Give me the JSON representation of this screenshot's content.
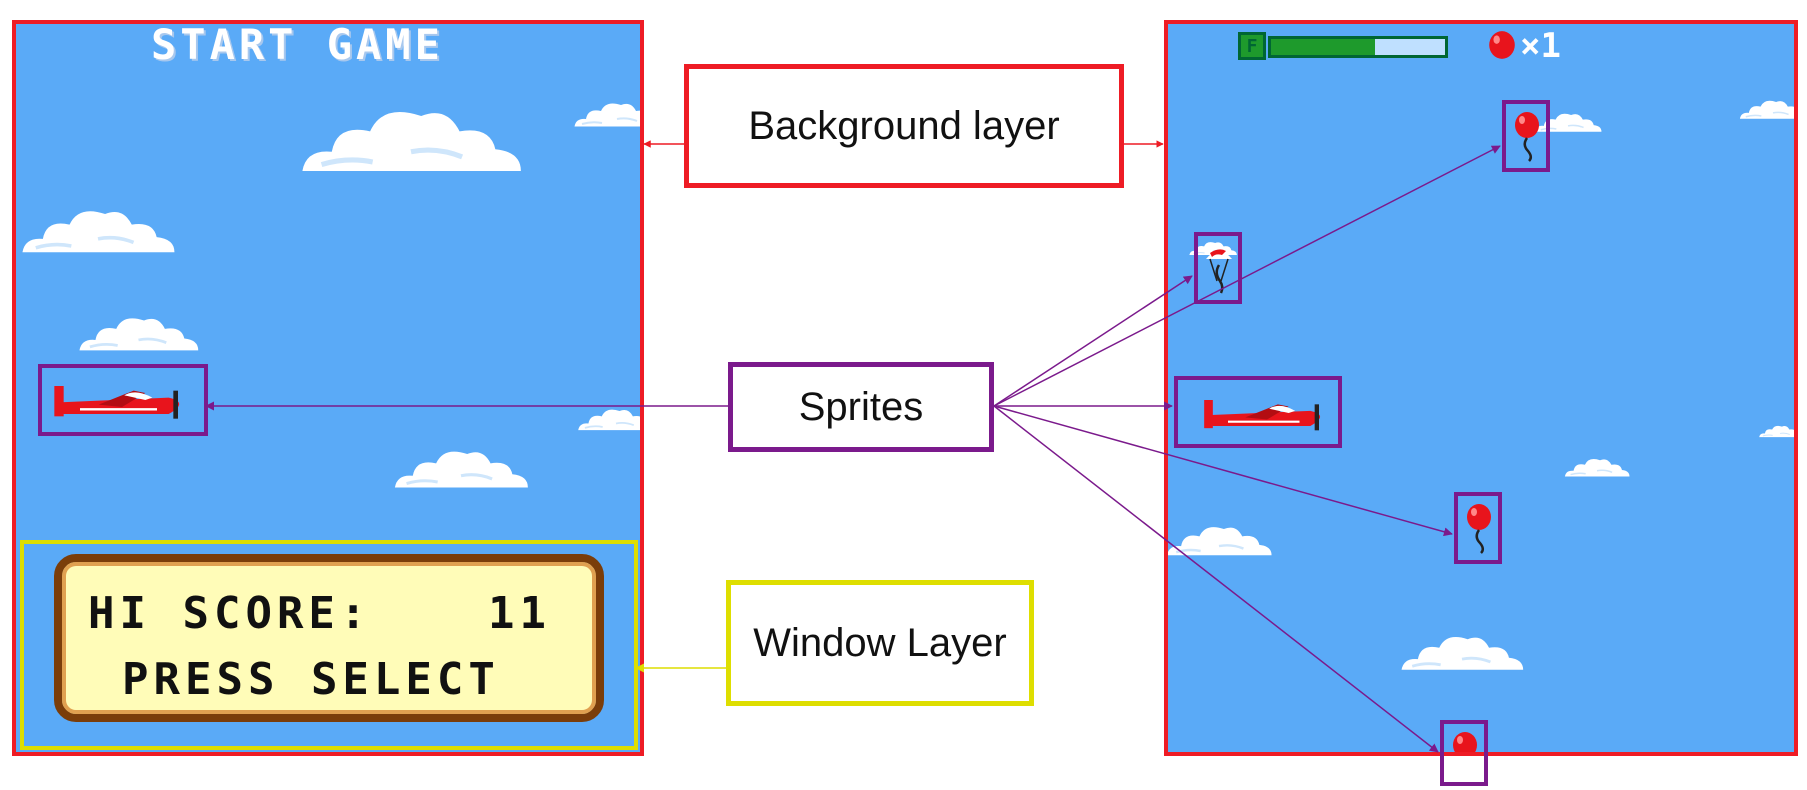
{
  "left_screen": {
    "title_text": "START GAME",
    "window": {
      "hi_score_label": "HI SCORE:",
      "hi_score_value": "11",
      "prompt": "PRESS SELECT"
    }
  },
  "right_screen": {
    "hud": {
      "fuel_letter": "F",
      "fuel_level": 0.6,
      "balloon_multiplier": "×1"
    }
  },
  "callouts": {
    "background": "Background layer",
    "sprites": "Sprites",
    "window": "Window Layer"
  },
  "colors": {
    "sky": "#5aaaf7",
    "background_border": "#ee1c25",
    "sprite_border": "#7b1a8c",
    "window_border": "#dede00",
    "balloon": "#e8141c",
    "plane": "#e8141c",
    "window_fill": "#fffcb8",
    "window_frame": "#7a3d0a"
  },
  "icons": [
    "cloud-icon",
    "plane-icon",
    "balloon-icon",
    "parachute-icon",
    "fuel-gauge-icon"
  ]
}
